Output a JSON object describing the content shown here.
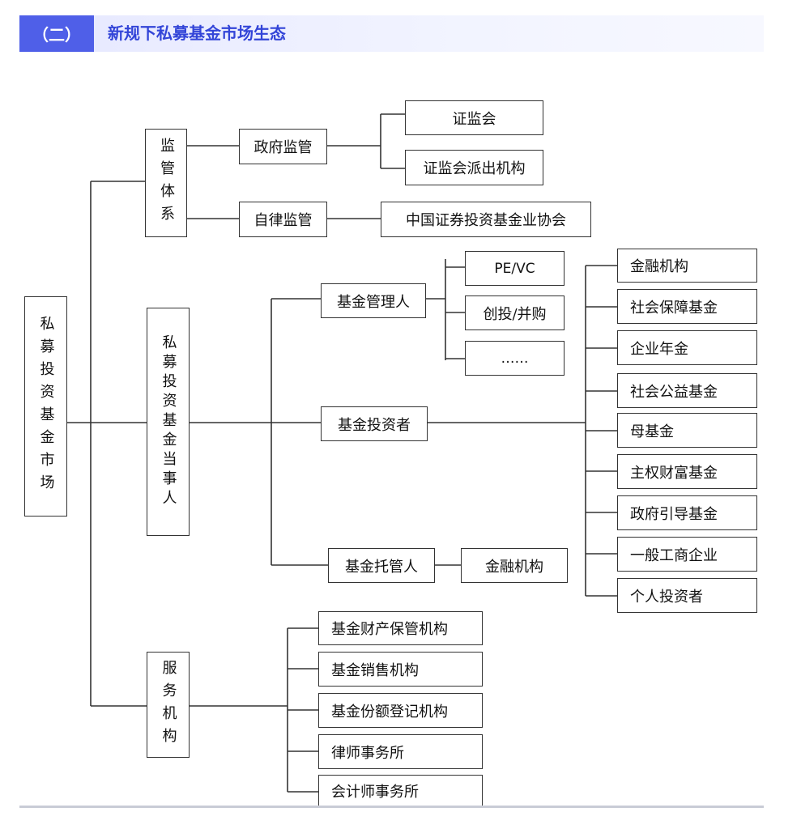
{
  "header": {
    "tag": "（二）",
    "title": "新规下私募基金市场生态"
  },
  "diagram": {
    "root": "私募投资基金市场",
    "supervision": {
      "label": "监管体系",
      "government": {
        "label": "政府监管",
        "children": [
          "证监会",
          "证监会派出机构"
        ]
      },
      "self_regulation": {
        "label": "自律监管",
        "children": [
          "中国证券投资基金业协会"
        ]
      }
    },
    "parties": {
      "label": "私募投资基金当事人",
      "manager": {
        "label": "基金管理人",
        "children": [
          "PE/VC",
          "创投/并购",
          "……"
        ]
      },
      "investor": {
        "label": "基金投资者",
        "children": [
          "金融机构",
          "社会保障基金",
          "企业年金",
          "社会公益基金",
          "母基金",
          "主权财富基金",
          "政府引导基金",
          "一般工商企业",
          "个人投资者"
        ]
      },
      "custodian": {
        "label": "基金托管人",
        "children": [
          "金融机构"
        ]
      }
    },
    "services": {
      "label": "服务机构",
      "children": [
        "基金财产保管机构",
        "基金销售机构",
        "基金份额登记机构",
        "律师事务所",
        "会计师事务所"
      ]
    }
  }
}
